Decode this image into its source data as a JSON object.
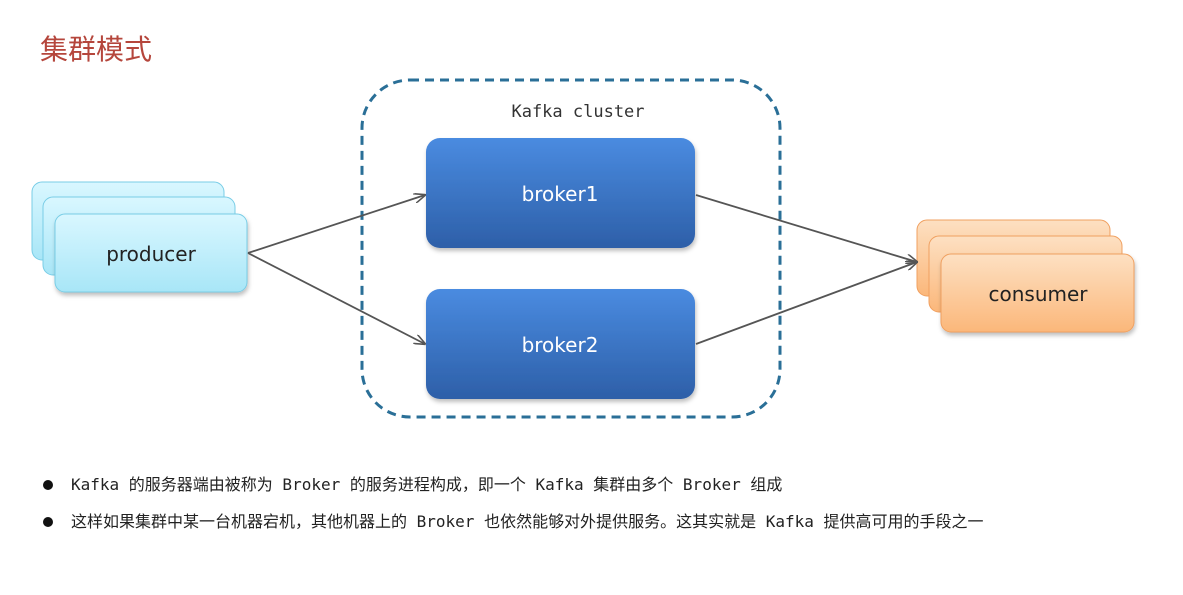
{
  "page": {
    "title": "集群模式"
  },
  "diagram": {
    "cluster_label": "Kafka cluster",
    "producer_label": "producer",
    "broker1_label": "broker1",
    "broker2_label": "broker2",
    "consumer_label": "consumer"
  },
  "bullets": [
    "Kafka 的服务器端由被称为 Broker 的服务进程构成，即一个 Kafka 集群由多个 Broker 组成",
    "这样如果集群中某一台机器宕机，其他机器上的 Broker 也依然能够对外提供服务。这其实就是 Kafka 提供高可用的手段之一"
  ],
  "colors": {
    "title": "#b5463c",
    "cluster_border": "#2a6f97",
    "broker_fill": "#3a72c4",
    "producer_fill": "#b9ecf9",
    "consumer_fill": "#fbc695",
    "arrow": "#555555"
  }
}
